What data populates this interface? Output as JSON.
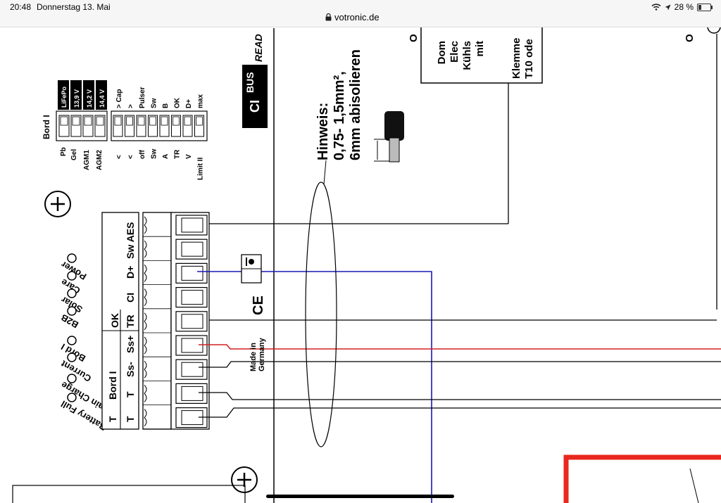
{
  "status_bar": {
    "time": "20:48",
    "date": "Donnerstag 13. Mai",
    "url": "votronic.de",
    "battery": "28 %",
    "battery_level": 0.28
  },
  "board_selector": {
    "title": "Bord I",
    "options": [
      "Pb",
      "Gel",
      "AGM1",
      "AGM2"
    ],
    "voltages": [
      "LiFePo",
      "13,9 V",
      "14,2 V",
      "14,4 V"
    ]
  },
  "dip_switch": {
    "settings": [
      {
        "left": "<",
        "right": "> Cap"
      },
      {
        "left": "<",
        "right": ">"
      },
      {
        "left": "off",
        "right": "Pulser"
      },
      {
        "left": "Sw",
        "right": "Sw"
      },
      {
        "left": "A",
        "right": "B"
      },
      {
        "left": "TR",
        "right": "OK"
      },
      {
        "left": "V",
        "right": "D+"
      },
      {
        "left": "Limit II",
        "right": "max"
      }
    ]
  },
  "leds": [
    "Power",
    "Care",
    "Solar",
    "B2B",
    "Bord I",
    "Current",
    "Main Charge",
    "Battery Full"
  ],
  "terminal_labels": {
    "group_top": "Sw AES",
    "d_plus": "D+",
    "ci": "CI",
    "ok": "OK",
    "tr": "TR",
    "ss_plus": "Ss+",
    "ss_minus": "Ss-",
    "bord": "Bord I",
    "t1": "T",
    "t2": "T"
  },
  "logos": {
    "ci_bus": "CI",
    "ci_bus_suffix": "BUS",
    "read": "READ",
    "ce": "CE",
    "made_in": "Made in",
    "germany": "Germany"
  },
  "hint": {
    "line1": "Hinweis:",
    "line2": "0,75- 1,5mm²,",
    "line3": "6mm abisolieren"
  },
  "partial_box": {
    "lines": [
      "Dom",
      "Elec",
      "Kühls",
      "mit",
      "Klemme",
      "T10 ode"
    ],
    "op_left": "O",
    "op_right": "O"
  },
  "colors": {
    "blue_wire": "#1a1ab5",
    "red_wire": "#d42020",
    "red_box": "#e8281e"
  }
}
